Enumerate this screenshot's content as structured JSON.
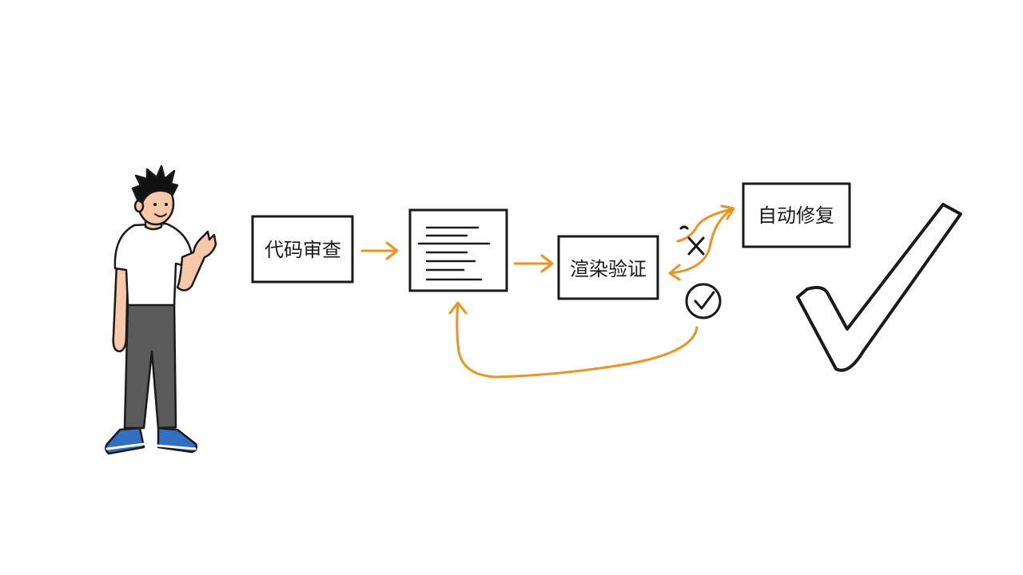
{
  "diagram": {
    "nodes": {
      "code_review": {
        "label": "代码审查"
      },
      "document": {
        "label": ""
      },
      "render_verify": {
        "label": "渲染验证"
      },
      "auto_fix": {
        "label": "自动修复"
      }
    },
    "status": {
      "fail": "cross-icon",
      "pass": "check-circle-icon",
      "final": "big-checkmark-icon"
    },
    "colors": {
      "ink": "#1a1a1a",
      "arrow": "#f0921e",
      "shirt": "#ffffff",
      "pants": "#5a5a5a",
      "skin": "#f7c9a8",
      "shoes": "#2f6fc4",
      "hair": "#111111"
    }
  }
}
